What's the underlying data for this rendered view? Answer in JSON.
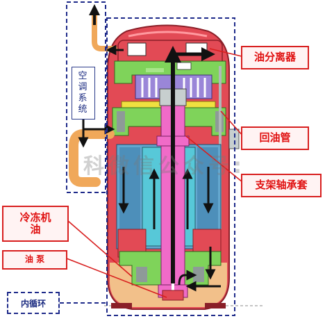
{
  "labels": {
    "oil_separator": "油分离器",
    "oil_return_pipe": "回油管",
    "bracket_bearing": "支架轴承套",
    "refrigeration_oil": "冷冻机\n油",
    "oil_pump": "油 泵",
    "ac_system": "空\n调\n系\n统",
    "inner_loop": "内循环"
  },
  "watermark": "科微信公众号:",
  "colors": {
    "shell": "#e24a55",
    "shell_dark": "#c0303c",
    "green": "#7fd35a",
    "shaft_pink": "#f06bc8",
    "purple": "#9a86d8",
    "yellow": "#f0e040",
    "stator_blue": "#64a7cf",
    "rotor_cyan": "#57c8d8",
    "gray_block": "#8e9a98",
    "oil": "#f2c08a",
    "pipe_orange": "#f0a85a",
    "dash_blue": "#1e2a8a",
    "leader_red": "#d81e1e",
    "arrow": "#111111"
  }
}
